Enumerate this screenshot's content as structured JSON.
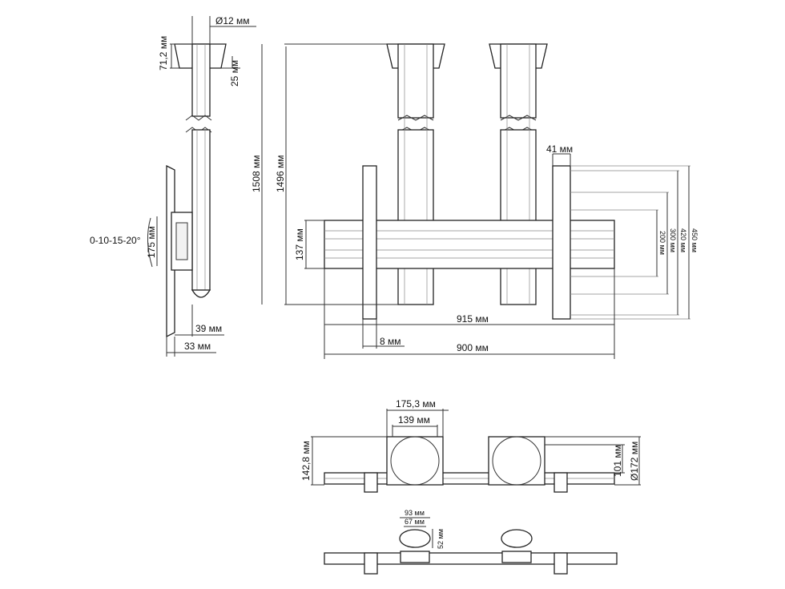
{
  "side_view": {
    "diameter": "Ø12 мм",
    "cap_height": "71,2 мм",
    "offset": "25 мм",
    "tilt": "0-10-15-20°",
    "vesa_height": "175 мм",
    "depth_39": "39 мм",
    "depth_33": "33 мм"
  },
  "front_view": {
    "height_max": "1508 мм",
    "height_min": "1496 мм",
    "rail_height": "137 мм",
    "bracket_width": "41 мм",
    "vesa_450": "450 мм",
    "vesa_420": "420 мм",
    "vesa_300": "300 мм",
    "vesa_200": "200 мм",
    "width_915": "915 мм",
    "offset_8": "8 мм",
    "width_900": "900 мм"
  },
  "top_view": {
    "mount_outer": "175,3 мм",
    "mount_inner": "139 мм",
    "depth": "142,8 мм",
    "depth_101": "101 мм",
    "diameter_172": "Ø172 мм"
  },
  "bottom_view": {
    "width_93": "93 мм",
    "width_67": "67 мм",
    "height_52": "52 мм"
  }
}
